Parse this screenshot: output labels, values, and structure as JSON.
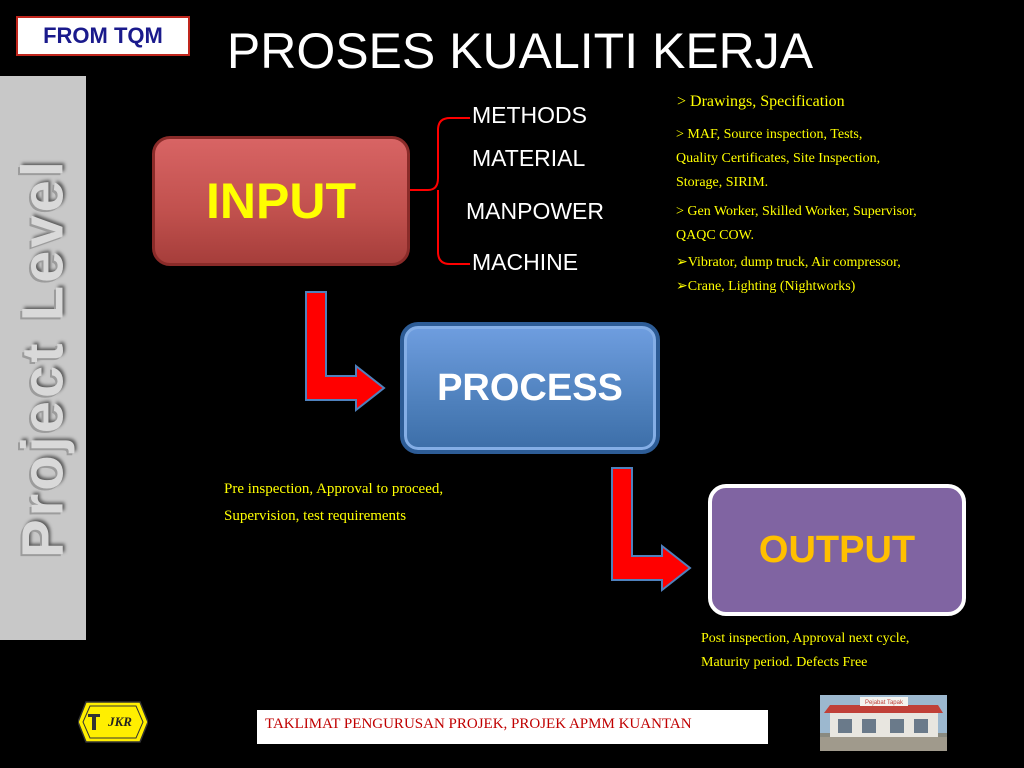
{
  "badge": "FROM TQM",
  "title": "PROSES KUALITI KERJA",
  "sidebar": "Project Level",
  "boxes": {
    "input": "INPUT",
    "process": "PROCESS",
    "output": "OUTPUT"
  },
  "categories": [
    "METHODS",
    "MATERIAL",
    "MANPOWER",
    "MACHINE"
  ],
  "details": {
    "methods": "> Drawings, Specification",
    "material_1": "> MAF, Source inspection, Tests,",
    "material_2": "Quality Certificates, Site Inspection,",
    "material_3": "Storage, SIRIM.",
    "manpower_1": "> Gen Worker, Skilled Worker, Supervisor,",
    "manpower_2": "QAQC COW.",
    "machine_1": "Vibrator, dump truck, Air compressor,",
    "machine_2": "Crane, Lighting (Nightworks)"
  },
  "process_note": {
    "line1": "Pre inspection, Approval to proceed,",
    "line2": "Supervision, test requirements"
  },
  "output_note": {
    "line1": "Post inspection, Approval next cycle,",
    "line2": "Maturity period. Defects Free"
  },
  "footer": "TAKLIMAT PENGURUSAN PROJEK, PROJEK APMM KUANTAN",
  "logo_text": "JKR",
  "photo_sign": "Pejabat Tapak",
  "colors": {
    "input": "#c0504d",
    "process": "#4f81bd",
    "output": "#8064a2",
    "arrow": "#ff0000",
    "highlight": "#ffff00"
  }
}
